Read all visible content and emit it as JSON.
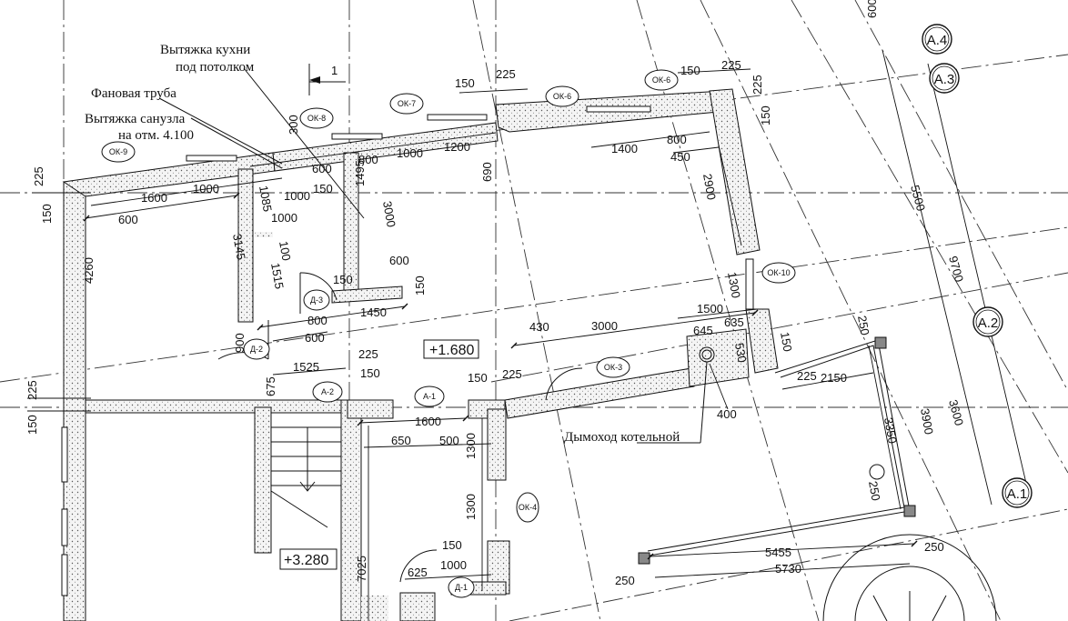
{
  "notes": {
    "kitchen_hood_line1": "Вытяжка кухни",
    "kitchen_hood_line2": "под потолком",
    "fan_pipe": "Фановая труба",
    "bath_vent_line1": "Вытяжка санузла",
    "bath_vent_line2": "на отм. 4.100",
    "boiler_chimney": "Дымоход котельной",
    "section_mark": "1"
  },
  "axes": {
    "a4": "А.4",
    "a3": "А.3",
    "a2": "А.2",
    "a1": "А.1"
  },
  "levels": {
    "l1": "+1.680",
    "l2": "+3.280"
  },
  "openings": {
    "ok8": "ОК-8",
    "ok7": "ОК-7",
    "ok6a": "ОК-6",
    "ok6b": "ОК-6",
    "ok9": "ОК-9",
    "ok10": "ОК-10",
    "ok3": "ОК-3",
    "ok4": "ОК-4",
    "a1": "А-1",
    "a2": "А-2",
    "d1": "Д-1",
    "d2": "Д-2",
    "d3": "Д-3"
  },
  "dimensions": {
    "d600_top": "600",
    "d225_a": "225",
    "d150_a": "150",
    "d225_b": "225",
    "d150_b": "150",
    "d225_c": "225",
    "d150_c": "150",
    "d300": "300",
    "d600_k": "600",
    "d800_a": "800",
    "d1000_a": "1000",
    "d1200": "1200",
    "d690": "690",
    "d1400": "1400",
    "d800_b": "800",
    "d450": "450",
    "d2900": "2900",
    "d5500": "5500",
    "d9700": "9700",
    "d225_l": "225",
    "d150_l": "150",
    "d1600_a": "1600",
    "d1000_b": "1000",
    "d600_b": "600",
    "d1085": "1085",
    "d1000_c": "1000",
    "d150_k": "150",
    "d1495": "1495",
    "d3000_a": "3000",
    "d1000_d": "1000",
    "d100": "100",
    "d3145": "3145",
    "d1515": "1515",
    "d4260": "4260",
    "d150_m": "150",
    "d600_c": "600",
    "d150_n": "150",
    "d800_c": "800",
    "d1450": "1450",
    "d600_d": "600",
    "d1300_a": "1300",
    "d1500": "1500",
    "d430": "430",
    "d3000_b": "3000",
    "d645": "645",
    "d635": "635",
    "d530": "530",
    "d150_r": "150",
    "d250_a": "250",
    "d3600": "3600",
    "d900": "900",
    "d225_m": "225",
    "d150_p": "150",
    "d1525": "1525",
    "d675": "675",
    "d225_n": "225",
    "d150_q": "150",
    "d225_o": "225",
    "d2150": "2150",
    "d3350": "3350",
    "d3900": "3900",
    "d400": "400",
    "d1600_b": "1600",
    "d650": "650",
    "d500": "500",
    "d1300_b": "1300",
    "d1300_c": "1300",
    "d250_b": "250",
    "d5455": "5455",
    "d5730": "5730",
    "d250_c": "250",
    "d250_d": "250",
    "d150_s": "150",
    "d625": "625",
    "d1000_e": "1000",
    "d7025": "7025",
    "d225_left2": "225",
    "d150_left2": "150"
  }
}
